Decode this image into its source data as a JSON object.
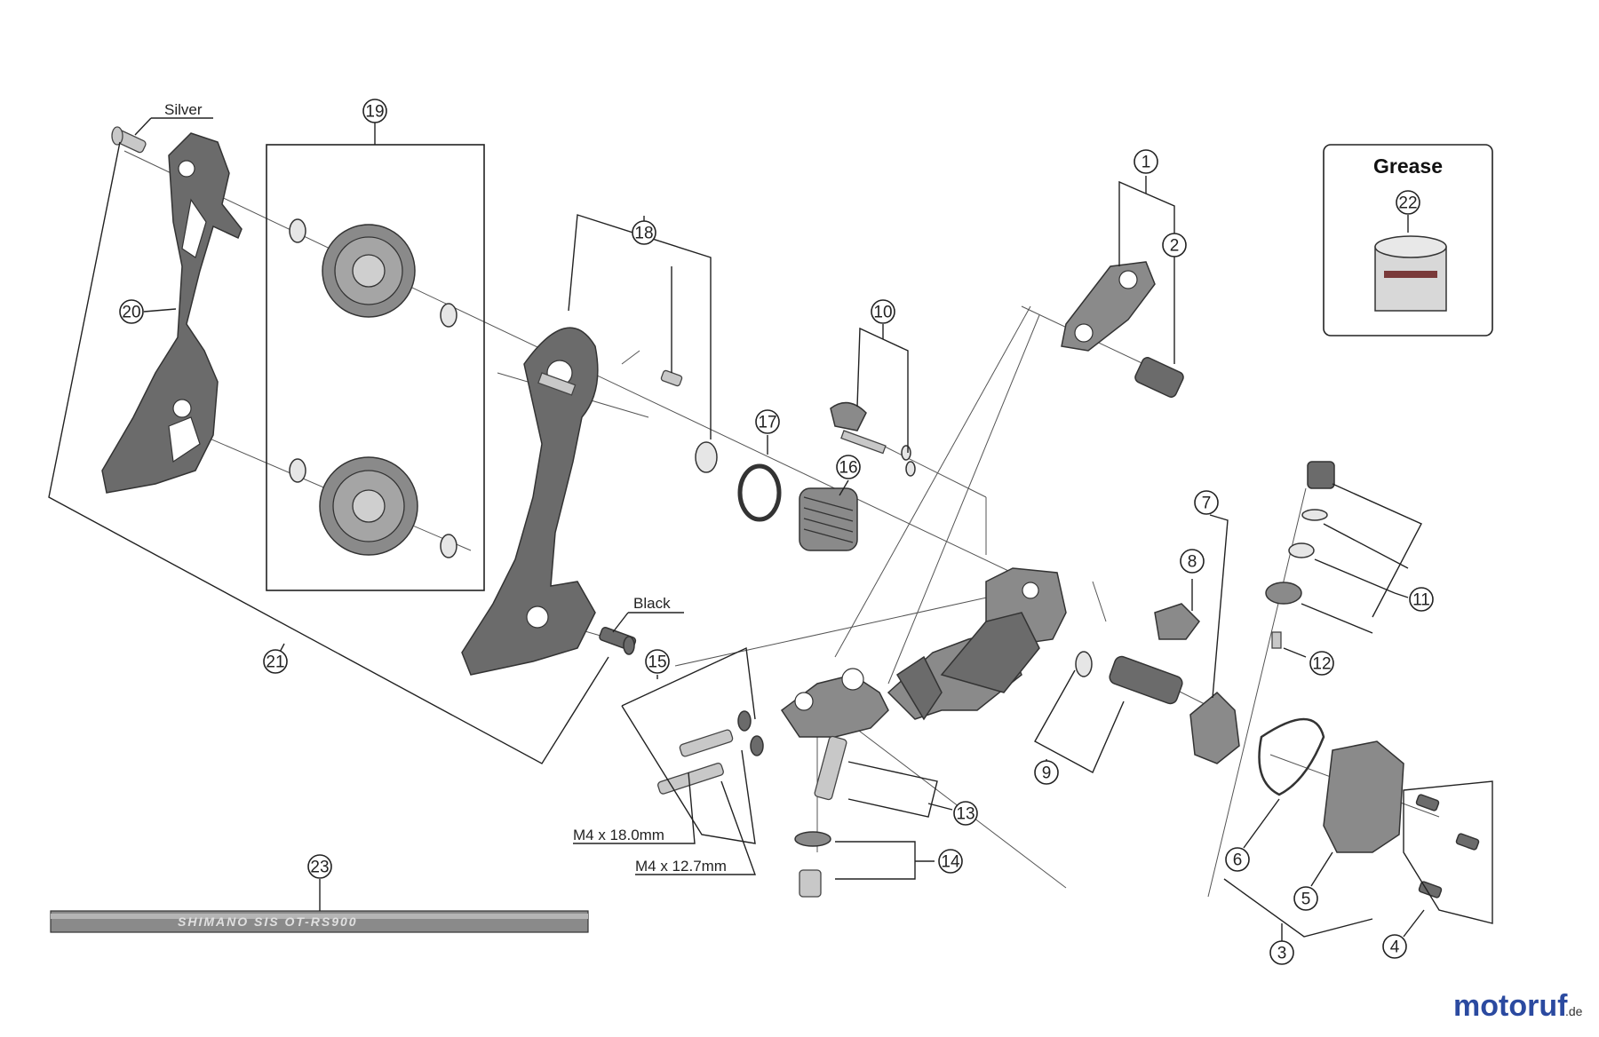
{
  "parts": [
    "1",
    "2",
    "3",
    "4",
    "5",
    "6",
    "7",
    "8",
    "9",
    "10",
    "11",
    "12",
    "13",
    "14",
    "15",
    "16",
    "17",
    "18",
    "19",
    "20",
    "21",
    "22",
    "23"
  ],
  "labels": {
    "silver": "Silver",
    "black": "Black",
    "grease": "Grease",
    "m4_18": "M4 x 18.0mm",
    "m4_127": "M4 x 12.7mm"
  },
  "cable_print": "SHIMANO SIS   OT-RS900",
  "watermark": {
    "text": "motoruf",
    "suffix": ".de"
  },
  "colors": {
    "part": "#8a8a8a",
    "line": "#222222",
    "watermark_blue": "#2b4aa0",
    "watermark_orange": "#e07a1f"
  }
}
